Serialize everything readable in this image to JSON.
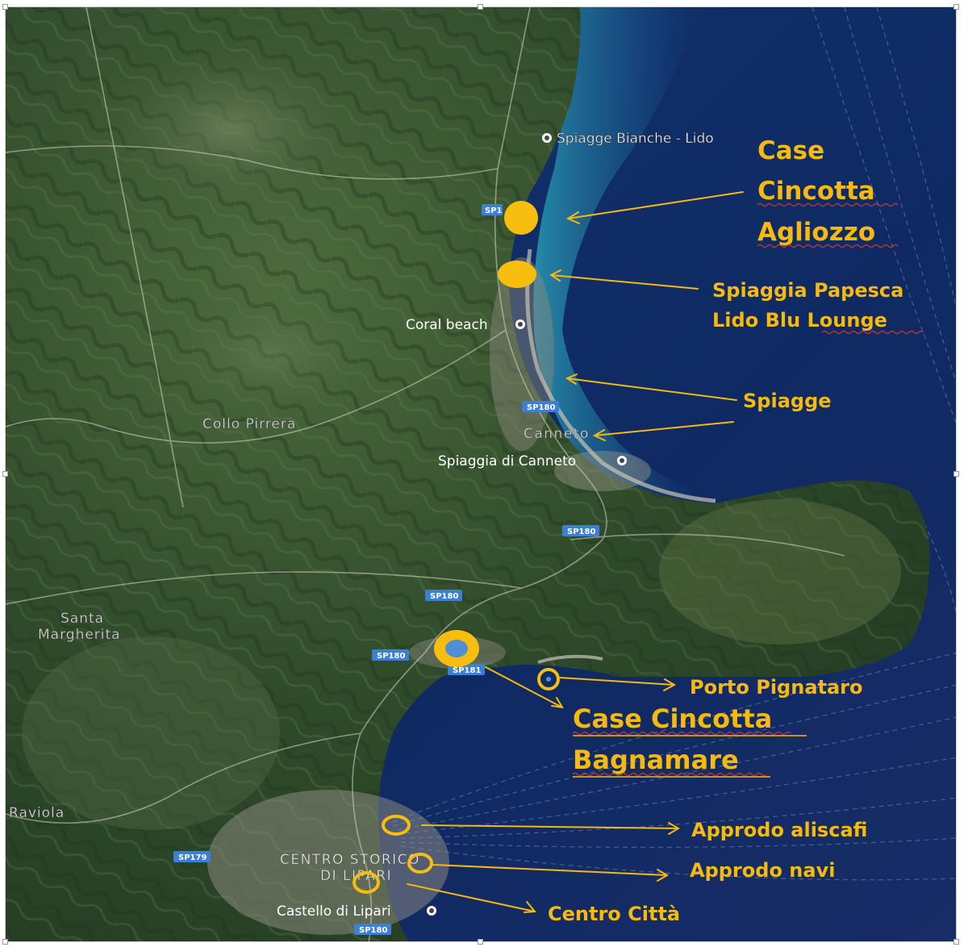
{
  "map": {
    "place_labels": [
      {
        "id": "spiagge-bianche",
        "text": "Spiagge Bianche - Lido"
      },
      {
        "id": "coral-beach",
        "text": "Coral beach"
      },
      {
        "id": "collo-pirrera",
        "text": "Collo Pirrera"
      },
      {
        "id": "canneto",
        "text": "Canneto"
      },
      {
        "id": "spiaggia-canneto",
        "text": "Spiaggia di Canneto"
      },
      {
        "id": "santa-margherita-1",
        "text": "Santa"
      },
      {
        "id": "santa-margherita-2",
        "text": "Margherita"
      },
      {
        "id": "raviola",
        "text": "Raviola"
      },
      {
        "id": "centro-storico-1",
        "text": "CENTRO STORICO"
      },
      {
        "id": "centro-storico-2",
        "text": "DI LIPARI"
      },
      {
        "id": "castello",
        "text": "Castello di Lipari"
      }
    ],
    "road_shields": [
      "SP1",
      "SP180",
      "SP180",
      "SP180",
      "SP180",
      "SP181",
      "SP179",
      "SP180"
    ],
    "annotations": {
      "case_agliozzo": [
        "Case",
        "Cincotta",
        "Agliozzo"
      ],
      "spiaggia_papesca": [
        "Spiaggia Papesca",
        "Lido Blu Lounge"
      ],
      "spiagge": "Spiagge",
      "porto_pignataro": "Porto Pignataro",
      "case_bagnamare": [
        "Case Cincotta",
        "Bagnamare"
      ],
      "approdo_aliscafi": "Approdo aliscafi",
      "approdo_navi": "Approdo navi",
      "centro_citta": "Centro Città"
    },
    "colors": {
      "annotation": "#f5b90f",
      "marker_fill": "#f7be0f",
      "marker_blue": "#4f8fd6",
      "sea_deep": "#0f2a63",
      "sea_shallow": "#1d7fb0",
      "land": "#3c5a34",
      "shield": "#3d7fd2"
    }
  }
}
